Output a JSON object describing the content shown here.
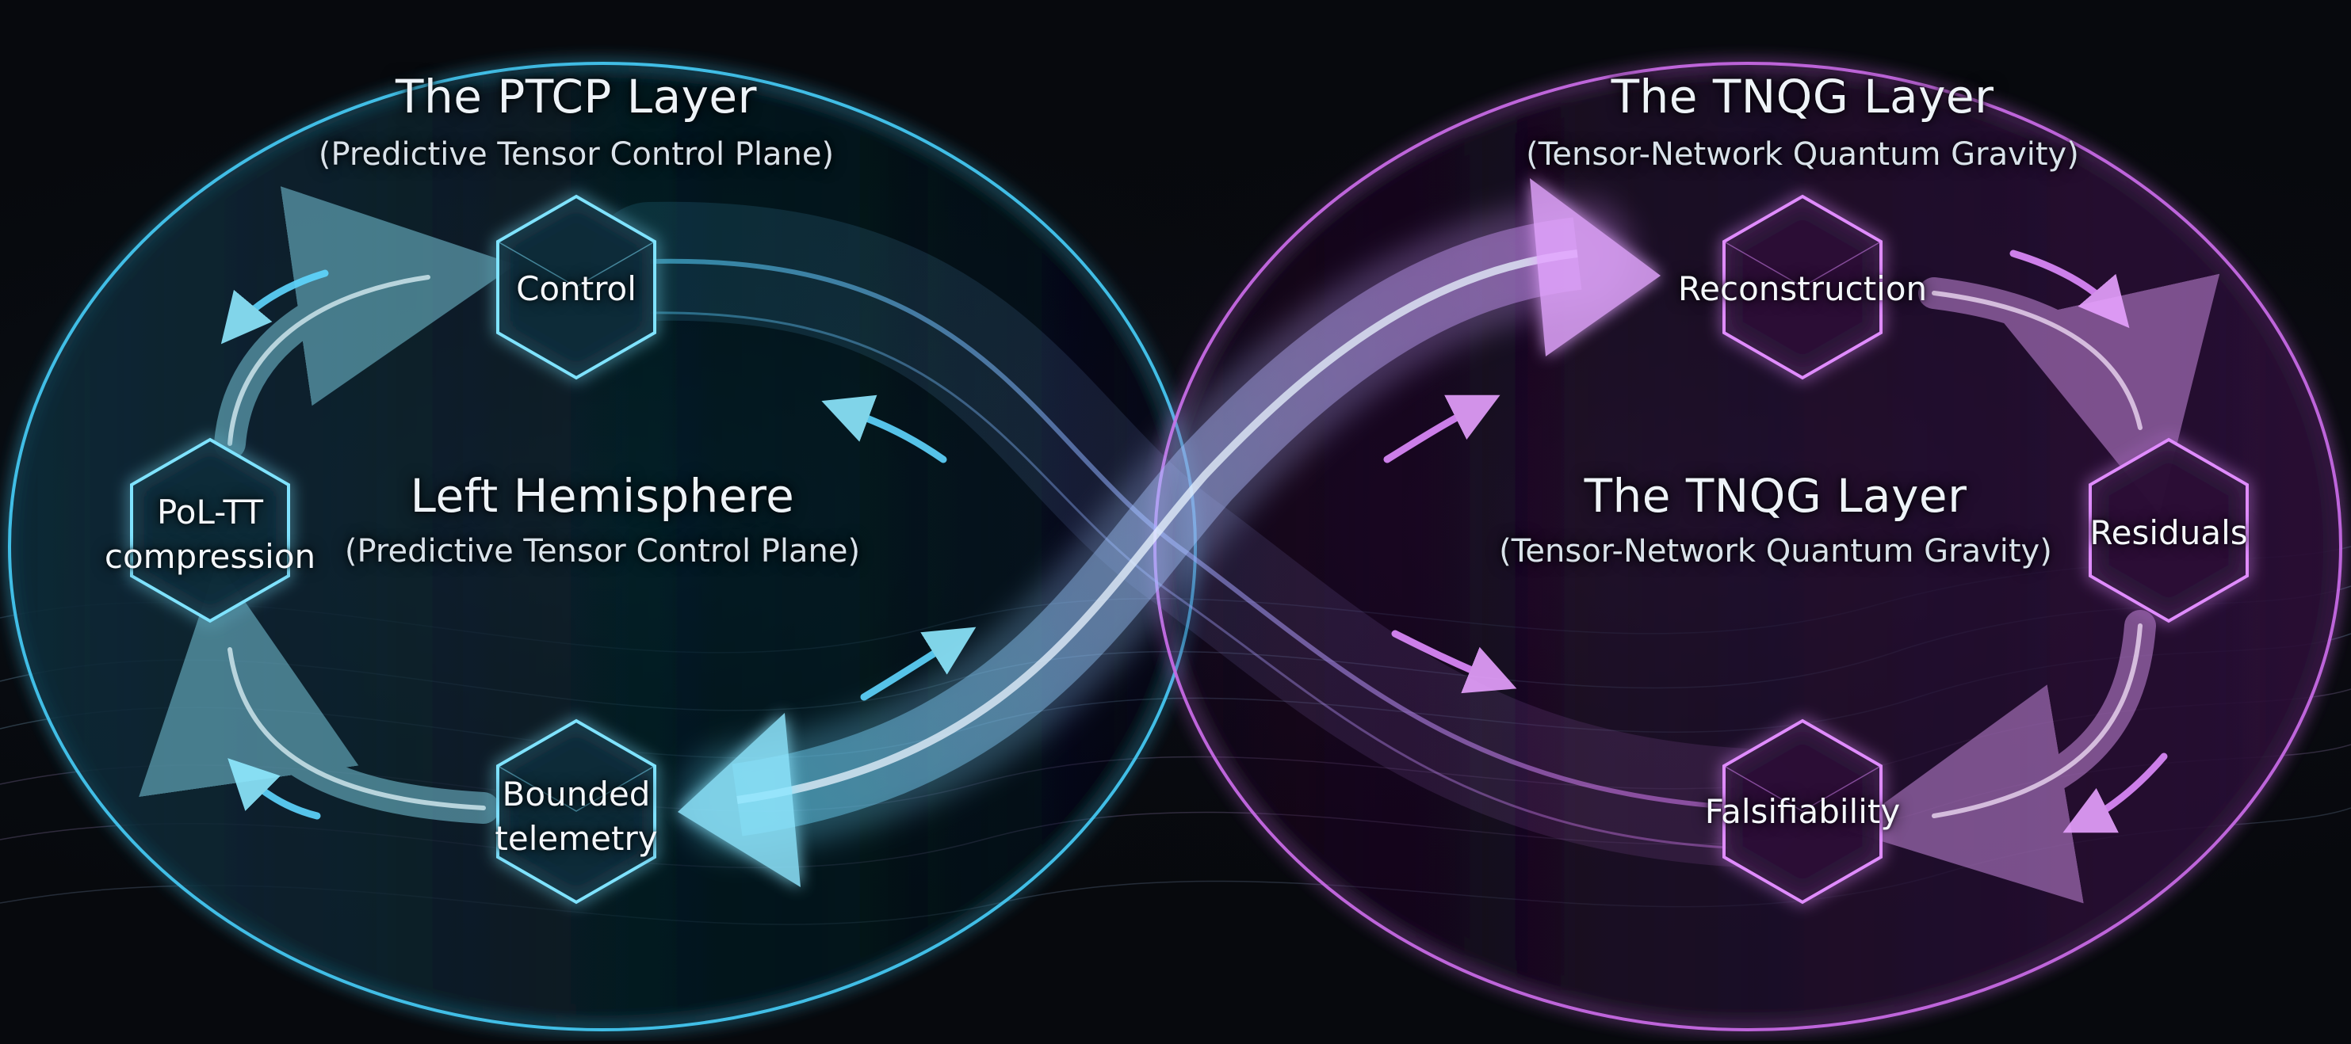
{
  "left": {
    "title": "The PTCP Layer",
    "subtitle": "(Predictive Tensor Control Plane)",
    "center_title": "Left Hemisphere",
    "center_subtitle": "(Predictive Tensor Control Plane)",
    "nodes": {
      "control": "Control",
      "compression_line1": "PoL-TT",
      "compression_line2": "compression",
      "telemetry_line1": "Bounded",
      "telemetry_line2": "telemetry"
    },
    "accent": "#4fd6ff"
  },
  "right": {
    "title": "The TNQG Layer",
    "subtitle": "(Tensor-Network Quantum Gravity)",
    "center_title": "The TNQG Layer",
    "center_subtitle": "(Tensor-Network Quantum Gravity)",
    "nodes": {
      "reconstruction": "Reconstruction",
      "residuals": "Residuals",
      "falsifiability": "Falsifiability"
    },
    "accent": "#d37af0"
  },
  "background": "#07090d"
}
